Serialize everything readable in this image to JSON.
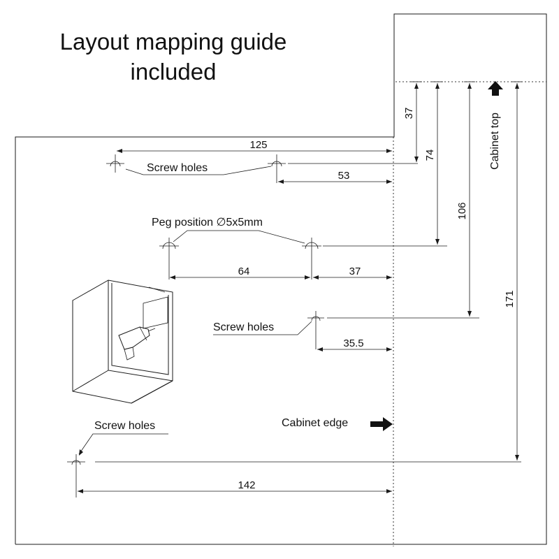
{
  "title": {
    "line1": "Layout mapping guide",
    "line2": "included"
  },
  "labels": {
    "screw_holes_top": "Screw holes",
    "peg_position": "Peg position ∅5x5mm",
    "screw_holes_middle": "Screw holes",
    "screw_holes_bottom": "Screw holes",
    "cabinet_edge": "Cabinet edge",
    "cabinet_top": "Cabinet top"
  },
  "dimensions": {
    "top_screw_spacing": "125",
    "top_screw_from_edge": "53",
    "peg_spacing": "64",
    "peg_from_edge": "37",
    "middle_screw_from_edge": "35.5",
    "bottom_screw_from_edge": "142",
    "top_screw_from_top": "37",
    "peg_from_top": "74",
    "middle_screw_from_top": "106",
    "bottom_screw_from_top": "171"
  },
  "icons": {
    "edge_arrow": "arrow-right-icon",
    "top_arrow": "arrow-up-icon",
    "illustration": "cabinet-drill-illustration"
  }
}
